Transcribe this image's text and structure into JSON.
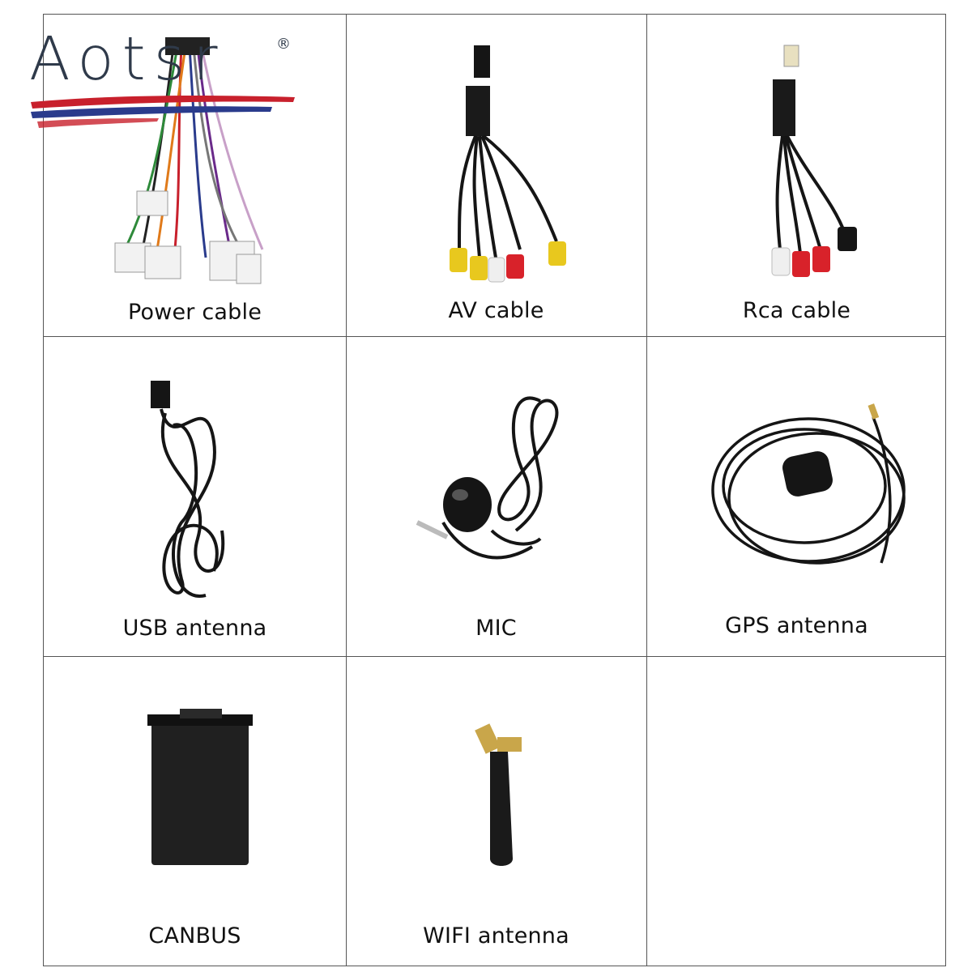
{
  "brand": {
    "logo_text": "Aotsr",
    "registered": "®",
    "accent": "#c8202c",
    "accent2": "#2a3b8c"
  },
  "items": [
    {
      "label": "Power cable"
    },
    {
      "label": "AV cable"
    },
    {
      "label": "Rca cable"
    },
    {
      "label": "USB antenna"
    },
    {
      "label": "MIC"
    },
    {
      "label": "GPS antenna"
    },
    {
      "label": "CANBUS"
    },
    {
      "label": "WIFI antenna"
    },
    {
      "label": ""
    }
  ],
  "colors": {
    "grid": "#555555",
    "cable": "#151515",
    "rca_yellow": "#e8c81e",
    "rca_red": "#d8222a",
    "rca_white": "#efefef"
  }
}
